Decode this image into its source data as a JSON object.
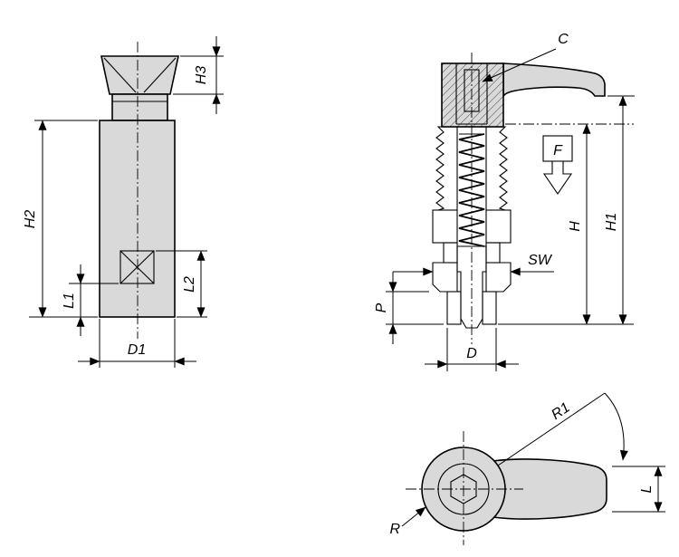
{
  "colors": {
    "background": "#ffffff",
    "part_fill": "#d9d9d9",
    "part_fill_dark": "#c7c7c7",
    "hex_fill": "#ebebeb",
    "line": "#000000"
  },
  "side_view": {
    "dim_h3": "H3",
    "dim_h2": "H2",
    "dim_l1": "L1",
    "dim_l2": "L2",
    "dim_d1": "D1"
  },
  "section_view": {
    "label_c": "C",
    "force_label": "F",
    "dim_h": "H",
    "dim_h1": "H1",
    "dim_sw": "SW",
    "dim_p": "P",
    "dim_d": "D"
  },
  "lever_top_view": {
    "dim_r1": "R1",
    "dim_r": "R",
    "dim_l": "L"
  }
}
